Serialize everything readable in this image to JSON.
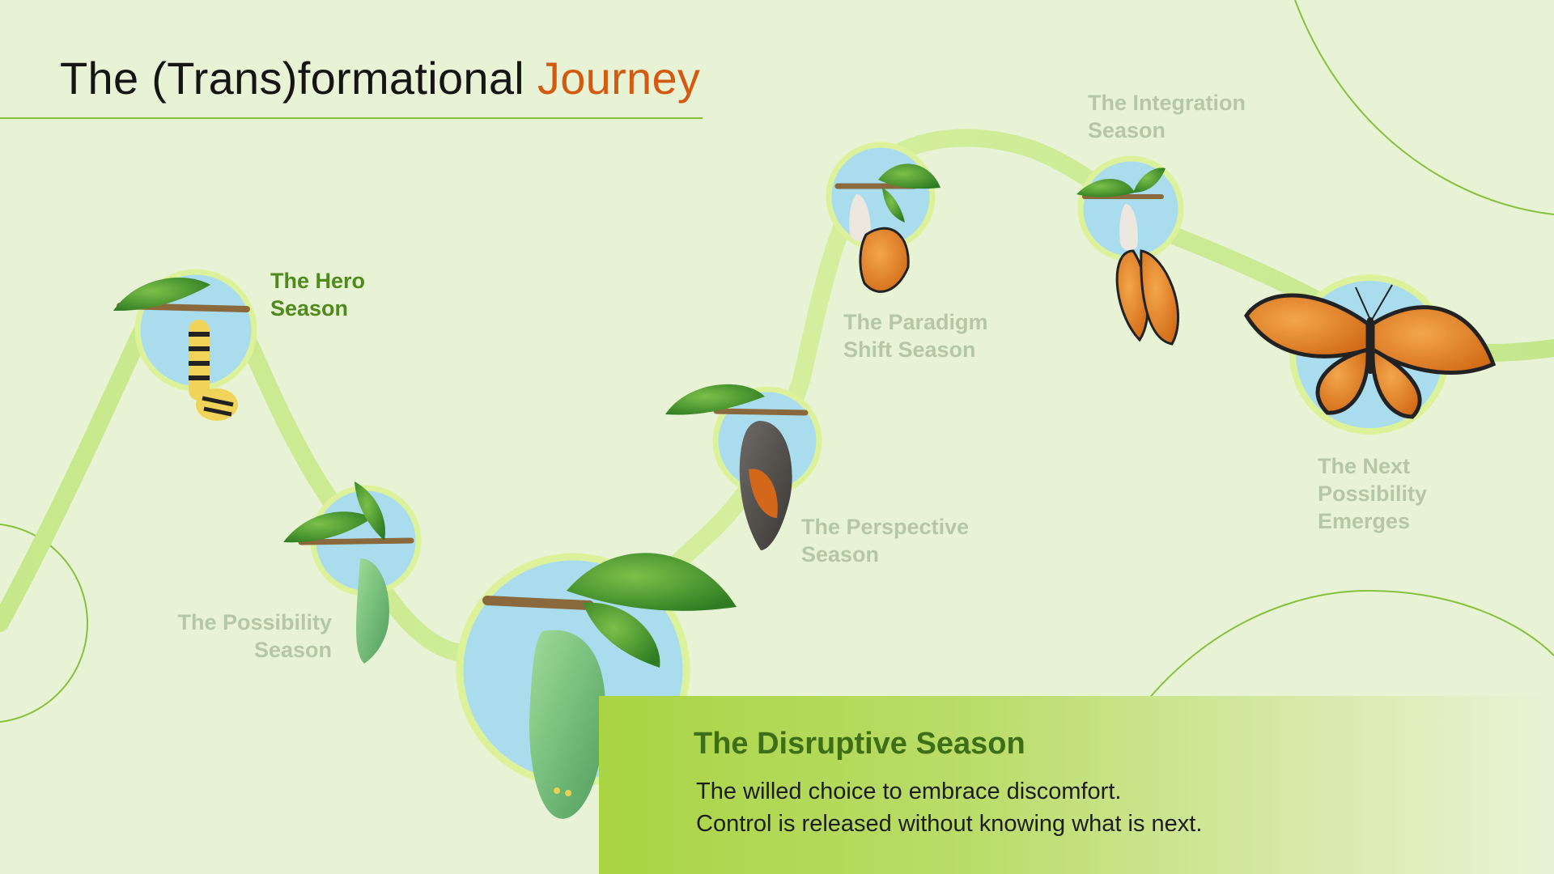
{
  "header": {
    "title_main": "The (Trans)formational",
    "title_accent": "Journey",
    "accent_color": "#d45a10"
  },
  "seasons": [
    {
      "label_lines": [
        "The Hero",
        "Season"
      ],
      "active": true,
      "stage": "caterpillar"
    },
    {
      "label_lines": [
        "The Possibility",
        "Season"
      ],
      "active": false,
      "stage": "young-chrysalis"
    },
    {
      "label_lines": [
        "The Disruptive Season"
      ],
      "active": false,
      "stage": "green-chrysalis"
    },
    {
      "label_lines": [
        "The Perspective",
        "Season"
      ],
      "active": false,
      "stage": "dark-chrysalis"
    },
    {
      "label_lines": [
        "The Paradigm",
        "Shift Season"
      ],
      "active": false,
      "stage": "emerging-butterfly"
    },
    {
      "label_lines": [
        "The Integration",
        "Season"
      ],
      "active": false,
      "stage": "hanging-butterfly"
    },
    {
      "label_lines": [
        "The Next",
        "Possibility",
        "Emerges"
      ],
      "active": false,
      "stage": "monarch-butterfly"
    }
  ],
  "featured": {
    "title": "The Disruptive Season",
    "description": [
      "The willed choice to embrace discomfort.",
      "Control is released without knowing what is next."
    ]
  },
  "colors": {
    "background": "#e8f3d6",
    "path": "#c9e89a",
    "circle_fill": "#a9ddee",
    "label_active": "#4f8a1c",
    "label_inactive": "#b5c7a4",
    "panel": "#a9d443"
  }
}
